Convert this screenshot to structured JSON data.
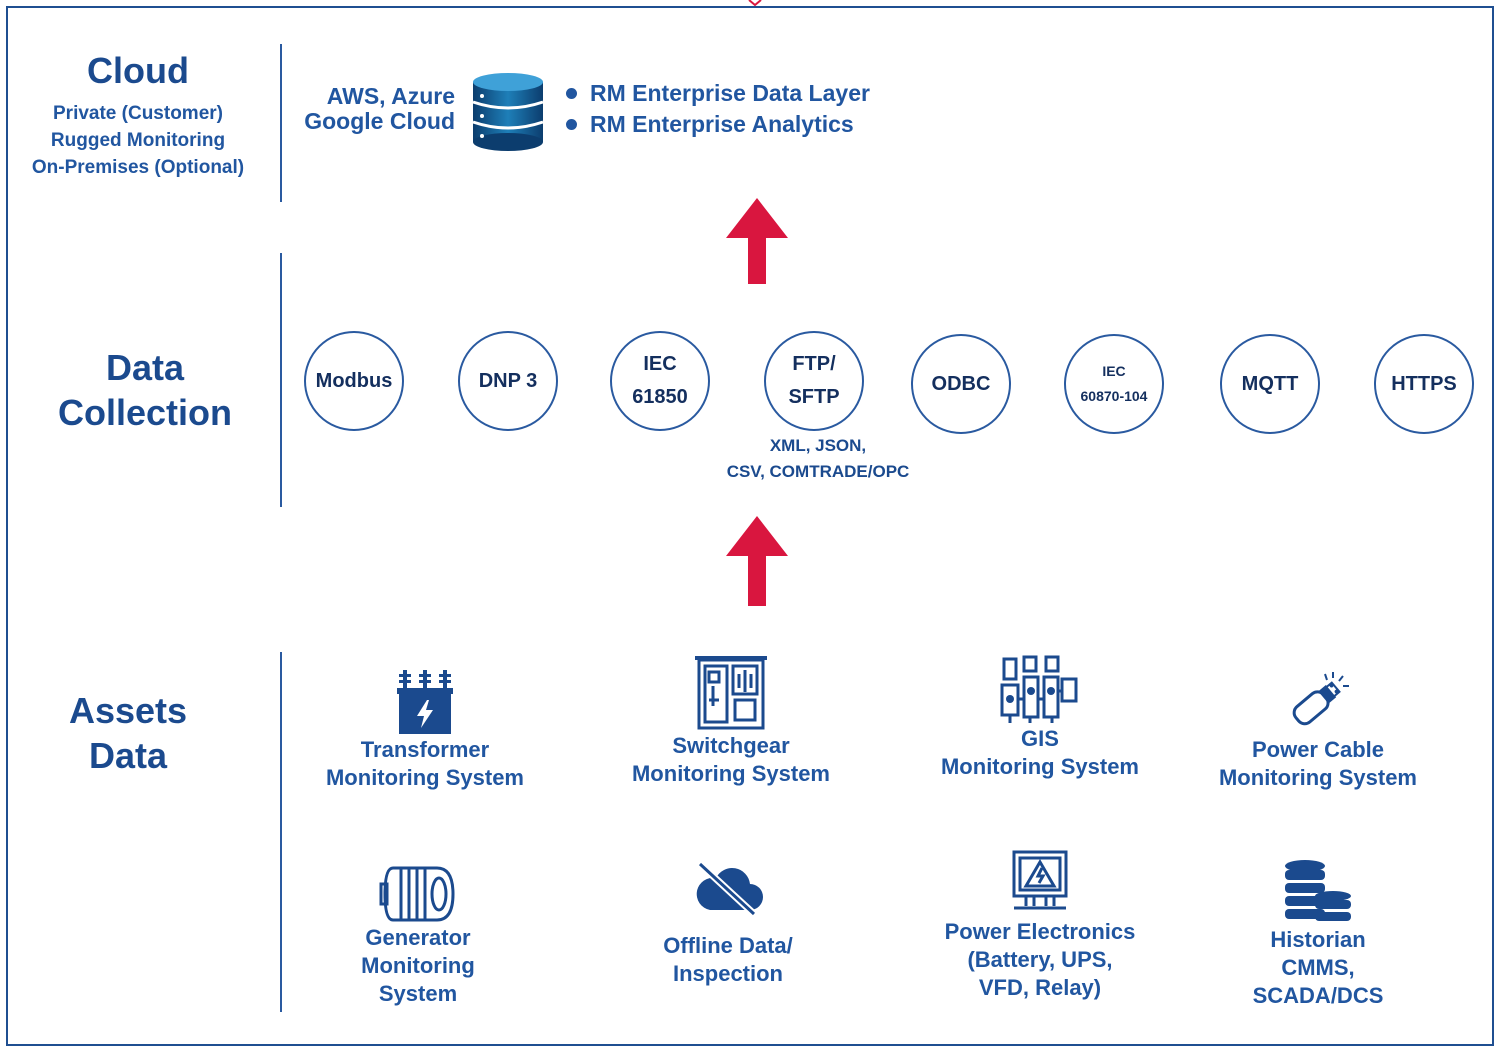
{
  "colors": {
    "brand": "#1b4a8e",
    "accent_arrow": "#d9163f",
    "line": "#2a5aa0"
  },
  "cloud": {
    "title": "Cloud",
    "subtitle_lines": [
      "Private (Customer)",
      "Rugged Monitoring",
      "On-Premises (Optional)"
    ],
    "providers_line1": "AWS, Azure",
    "providers_line2": "Google Cloud",
    "icon": "database-icon",
    "bullets": [
      "RM Enterprise Data Layer",
      "RM Enterprise Analytics"
    ]
  },
  "data_collection": {
    "title_line1": "Data",
    "title_line2": "Collection",
    "protocols": [
      "Modbus",
      "DNP 3",
      "IEC\n61850",
      "FTP/\nSFTP",
      "ODBC",
      "IEC\n60870-104",
      "MQTT",
      "HTTPS"
    ],
    "formats_line1": "XML, JSON,",
    "formats_line2": "CSV, COMTRADE/OPC"
  },
  "assets": {
    "title_line1": "Assets",
    "title_line2": "Data",
    "items": [
      {
        "label": "Transformer\nMonitoring System",
        "icon": "transformer-icon"
      },
      {
        "label": "Switchgear\nMonitoring System",
        "icon": "switchgear-icon"
      },
      {
        "label": "GIS\nMonitoring System",
        "icon": "gis-icon"
      },
      {
        "label": "Power Cable\nMonitoring System",
        "icon": "power-cable-icon"
      },
      {
        "label": "Generator\nMonitoring\nSystem",
        "icon": "generator-icon"
      },
      {
        "label": "Offline Data/\nInspection",
        "icon": "offline-cloud-icon"
      },
      {
        "label": "Power Electronics\n(Battery, UPS,\nVFD, Relay)",
        "icon": "power-electronics-icon"
      },
      {
        "label": "Historian\nCMMS,\nSCADA/DCS",
        "icon": "historian-database-icon"
      }
    ]
  }
}
